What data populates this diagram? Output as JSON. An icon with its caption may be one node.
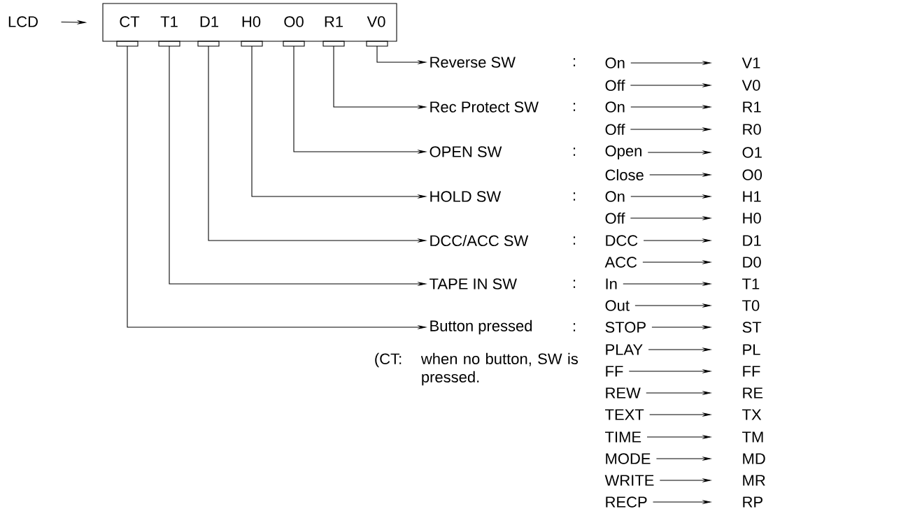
{
  "diagram": {
    "nodes": [
      {
        "text": [
          "LCD"
        ]
      },
      {
        "text": [],
        "shape": "box"
      },
      {
        "text": [
          "CT"
        ],
        "in": 1
      },
      {
        "text": [
          "T1"
        ],
        "in": 1
      },
      {
        "text": [
          "D1"
        ],
        "in": 1
      },
      {
        "text": [
          "H0"
        ],
        "in": 1
      },
      {
        "text": [
          "O0"
        ],
        "in": 1
      },
      {
        "text": [
          "R1"
        ],
        "in": 1
      },
      {
        "text": [
          "V0"
        ],
        "in": 1
      },
      {
        "text": [
          "Reverse SW"
        ]
      },
      {
        "text": [
          "Rec Protect SW"
        ]
      },
      {
        "text": [
          "OPEN SW"
        ]
      },
      {
        "text": [
          "HOLD SW"
        ]
      },
      {
        "text": [
          "DCC/ACC SW"
        ]
      },
      {
        "text": [
          "TAPE IN SW"
        ]
      },
      {
        "text": [
          "Button pressed"
        ]
      },
      {
        "text": [
          "On"
        ]
      },
      {
        "text": [
          "V1"
        ]
      },
      {
        "text": [
          "Off"
        ]
      },
      {
        "text": [
          "V0"
        ]
      },
      {
        "text": [
          "On"
        ]
      },
      {
        "text": [
          "R1"
        ]
      },
      {
        "text": [
          "Off"
        ]
      },
      {
        "text": [
          "R0"
        ]
      },
      {
        "text": [
          "Open"
        ]
      },
      {
        "text": [
          "O1"
        ]
      },
      {
        "text": [
          "Close"
        ]
      },
      {
        "text": [
          "O0"
        ]
      },
      {
        "text": [
          "On"
        ]
      },
      {
        "text": [
          "H1"
        ]
      },
      {
        "text": [
          "Off"
        ]
      },
      {
        "text": [
          "H0"
        ]
      },
      {
        "text": [
          "DCC"
        ]
      },
      {
        "text": [
          "D1"
        ]
      },
      {
        "text": [
          "ACC"
        ]
      },
      {
        "text": [
          "D0"
        ]
      },
      {
        "text": [
          "In"
        ]
      },
      {
        "text": [
          "T1"
        ]
      },
      {
        "text": [
          "Out"
        ]
      },
      {
        "text": [
          "T0"
        ]
      },
      {
        "text": [
          "STOP"
        ]
      },
      {
        "text": [
          "ST"
        ]
      },
      {
        "text": [
          "PLAY"
        ]
      },
      {
        "text": [
          "PL"
        ]
      },
      {
        "text": [
          "FF"
        ]
      },
      {
        "text": [
          "FF"
        ]
      },
      {
        "text": [
          "REW"
        ]
      },
      {
        "text": [
          "RE"
        ]
      },
      {
        "text": [
          "TEXT"
        ]
      },
      {
        "text": [
          "TX"
        ]
      },
      {
        "text": [
          "TIME"
        ]
      },
      {
        "text": [
          "TM"
        ]
      },
      {
        "text": [
          "MODE"
        ]
      },
      {
        "text": [
          "MD"
        ]
      },
      {
        "text": [
          "WRITE"
        ]
      },
      {
        "text": [
          "MR"
        ]
      },
      {
        "text": [
          "RECP"
        ]
      },
      {
        "text": [
          "RP"
        ]
      }
    ],
    "edges": [
      {
        "from": 0,
        "to": 1,
        "arrow": "to"
      },
      {
        "from": 2,
        "to": 15,
        "arrow": "to"
      },
      {
        "from": 3,
        "to": 14,
        "arrow": "to"
      },
      {
        "from": 4,
        "to": 13,
        "arrow": "to"
      },
      {
        "from": 5,
        "to": 12,
        "arrow": "to"
      },
      {
        "from": 6,
        "to": 11,
        "arrow": "to"
      },
      {
        "from": 7,
        "to": 10,
        "arrow": "to"
      },
      {
        "from": 8,
        "to": 9,
        "arrow": "to"
      },
      {
        "from": 16,
        "to": 17,
        "arrow": "to"
      },
      {
        "from": 18,
        "to": 19,
        "arrow": "to"
      },
      {
        "from": 20,
        "to": 21,
        "arrow": "to"
      },
      {
        "from": 22,
        "to": 23,
        "arrow": "to"
      },
      {
        "from": 24,
        "to": 25,
        "arrow": "to"
      },
      {
        "from": 26,
        "to": 27,
        "arrow": "to"
      },
      {
        "from": 28,
        "to": 29,
        "arrow": "to"
      },
      {
        "from": 30,
        "to": 31,
        "arrow": "to"
      },
      {
        "from": 32,
        "to": 33,
        "arrow": "to"
      },
      {
        "from": 34,
        "to": 35,
        "arrow": "to"
      },
      {
        "from": 36,
        "to": 37,
        "arrow": "to"
      },
      {
        "from": 38,
        "to": 39,
        "arrow": "to"
      },
      {
        "from": 40,
        "to": 41,
        "arrow": "to"
      },
      {
        "from": 42,
        "to": 43,
        "arrow": "to"
      },
      {
        "from": 44,
        "to": 45,
        "arrow": "to"
      },
      {
        "from": 46,
        "to": 47,
        "arrow": "to"
      },
      {
        "from": 48,
        "to": 49,
        "arrow": "to"
      },
      {
        "from": 50,
        "to": 51,
        "arrow": "to"
      },
      {
        "from": 52,
        "to": 53,
        "arrow": "to"
      },
      {
        "from": 54,
        "to": 55,
        "arrow": "to"
      },
      {
        "from": 56,
        "to": 57,
        "arrow": "to"
      }
    ],
    "labels": [
      ":",
      ":",
      ":",
      ":",
      ":",
      ":",
      ":",
      "(CT:",
      "when no button, SW is pressed."
    ]
  }
}
